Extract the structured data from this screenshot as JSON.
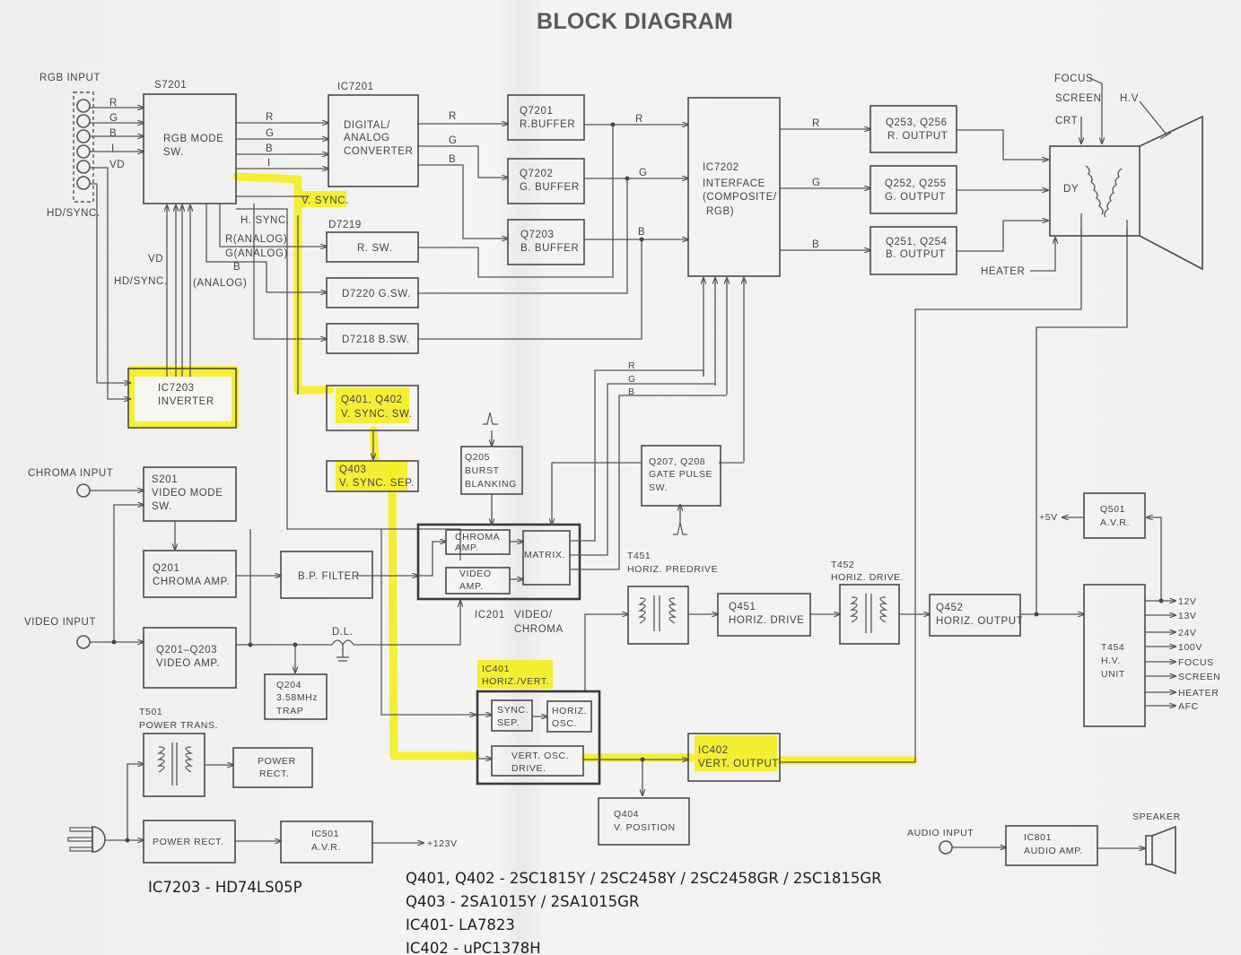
{
  "title": "BLOCK DIAGRAM",
  "highlight_color": "#f4ee1e",
  "inputs": {
    "rgb_input": "RGB INPUT",
    "rgb_pins": [
      "R",
      "G",
      "B",
      "I",
      "VD"
    ],
    "hd_sync": "HD/SYNC.",
    "chroma_input": "CHROMA INPUT",
    "video_input": "VIDEO INPUT",
    "audio_input": "AUDIO INPUT"
  },
  "blocks": {
    "s7201": {
      "ref": "S7201",
      "line1": "RGB MODE",
      "line2": "SW."
    },
    "ic7201": {
      "ref": "IC7201",
      "line1": "DIGITAL/",
      "line2": "ANALOG",
      "line3": "CONVERTER"
    },
    "q7201": {
      "ref": "Q7201",
      "line1": "R.BUFFER"
    },
    "q7202": {
      "ref": "Q7202",
      "line1": "G. BUFFER"
    },
    "q7203": {
      "ref": "Q7203",
      "line1": "B. BUFFER"
    },
    "ic7202": {
      "ref": "IC7202",
      "line1": "INTERFACE",
      "line2": "(COMPOSITE/",
      "line3": "RGB)"
    },
    "r_out": {
      "ref": "Q253, Q256",
      "line1": "R. OUTPUT"
    },
    "g_out": {
      "ref": "Q252, Q255",
      "line1": "G. OUTPUT"
    },
    "b_out": {
      "ref": "Q251, Q254",
      "line1": "B. OUTPUT"
    },
    "d7219": {
      "ref": "D7219",
      "line1": "R. SW."
    },
    "d7220": {
      "line1": "D7220 G.SW."
    },
    "d7218": {
      "line1": "D7218  B.SW."
    },
    "ic7203": {
      "ref": "IC7203",
      "line1": "INVERTER"
    },
    "q401": {
      "ref": "Q401, Q402",
      "line1": "V. SYNC. SW."
    },
    "q403": {
      "ref": "Q403",
      "line1": "V. SYNC. SEP."
    },
    "q205": {
      "ref": "Q205",
      "line1": "BURST",
      "line2": "BLANKING"
    },
    "q207": {
      "ref": "Q207, Q208",
      "line1": "GATE  PULSE",
      "line2": "SW."
    },
    "s201": {
      "ref": "S201",
      "line1": "VIDEO MODE",
      "line2": "SW."
    },
    "q201": {
      "ref": "Q201",
      "line1": "CHROMA  AMP."
    },
    "bp_filter": {
      "line1": "B.P. FILTER"
    },
    "ic201": {
      "ref": "IC201",
      "label1": "VIDEO/",
      "label2": "CHROMA",
      "chroma_amp1": "CHROMA",
      "chroma_amp2": "AMP.",
      "video_amp1": "VIDEO",
      "video_amp2": "AMP.",
      "matrix": "MATRIX."
    },
    "video_amp": {
      "ref": "Q201–Q203",
      "line1": "VIDEO  AMP."
    },
    "dl": {
      "line1": "D.L."
    },
    "q204": {
      "ref": "Q204",
      "line1": "3.58MHz",
      "line2": "TRAP"
    },
    "t451": {
      "ref": "T451",
      "line1": "HORIZ. PREDRIVE"
    },
    "q451": {
      "ref": "Q451",
      "line1": "HORIZ. DRIVE"
    },
    "t452": {
      "ref": "T452",
      "line1": "HORIZ. DRIVE."
    },
    "q452": {
      "ref": "Q452",
      "line1": "HORIZ. OUTPUT"
    },
    "q501": {
      "ref": "Q501",
      "line1": "A.V.R."
    },
    "t454": {
      "ref": "T454",
      "line1": "H.V.",
      "line2": "UNIT"
    },
    "ic401": {
      "ref": "IC401",
      "line1": "HORIZ./VERT.",
      "sync1": "SYNC.",
      "sync2": "SEP.",
      "osc1": "HORIZ.",
      "osc2": "OSC.",
      "vert1": "VERT. OSC.",
      "vert2": "DRIVE."
    },
    "ic402": {
      "ref": "IC402",
      "line1": "VERT. OUTPUT"
    },
    "q404": {
      "ref": "Q404",
      "line1": "V. POSITION"
    },
    "t501": {
      "ref": "T501",
      "line1": "POWER  TRANS."
    },
    "power_rect_1": {
      "line1": "POWER",
      "line2": "RECT."
    },
    "power_rect_2": {
      "line1": "POWER  RECT."
    },
    "ic501": {
      "ref": "IC501",
      "line1": "A.V.R."
    },
    "ic801": {
      "ref": "IC801",
      "line1": "AUDIO  AMP."
    },
    "crt": {
      "focus": "FOCUS",
      "screen": "SCREEN",
      "crt": "CRT",
      "hv": "H.V",
      "dy": "DY",
      "heater": "HEATER"
    },
    "speaker": "SPEAKER"
  },
  "signal_labels": {
    "r": "R",
    "g": "G",
    "b": "B",
    "i": "I",
    "v_sync": "V. SYNC.",
    "h_sync": "H. SYNC.",
    "r_analog": "R(ANALOG)",
    "g_analog": "G(ANALOG)",
    "b_analog_1": "B",
    "b_analog_2": "(ANALOG)",
    "vd": "VD",
    "hd_sync": "HD/SYNC.",
    "plus5v": "+5V",
    "plus123v": "+123V"
  },
  "hv_outputs": [
    "12V",
    "13V",
    "24V",
    "100V",
    "FOCUS",
    "SCREEN",
    "HEATER",
    "AFC"
  ],
  "notes": [
    "IC7203 - HD74LS05P",
    "Q401, Q402 - 2SC1815Y / 2SC2458Y / 2SC2458GR / 2SC1815GR",
    "Q403 - 2SA1015Y / 2SA1015GR",
    "IC401- LA7823",
    "IC402 - uPC1378H"
  ]
}
